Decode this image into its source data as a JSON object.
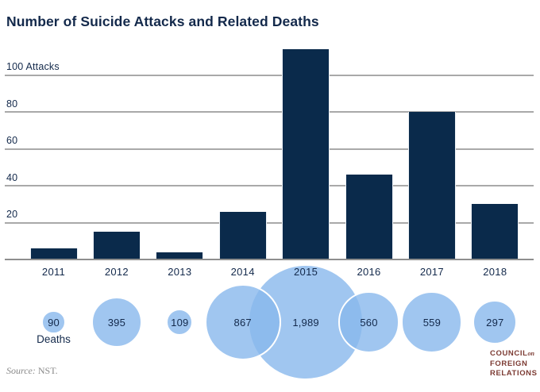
{
  "title": "Number of Suicide Attacks and Related Deaths",
  "colors": {
    "navy": "#13294b",
    "navy_bar": "#0a2a4b",
    "bubble_blue": "rgba(136,184,236,0.8)",
    "grid": "#a9a9a9",
    "axis": "#8e8e8e",
    "maroon": "#7c3b33"
  },
  "deaths_caption": "Deaths",
  "source": {
    "label": "Source:",
    "value": "NST."
  },
  "logo": {
    "line1": "COUNCIL",
    "line1_script": "on",
    "line2": "FOREIGN",
    "line3": "RELATIONS"
  },
  "chart_data": {
    "type": "bar",
    "title": "Number of Suicide Attacks and Related Deaths",
    "categories": [
      "2011",
      "2012",
      "2013",
      "2014",
      "2015",
      "2016",
      "2017",
      "2018"
    ],
    "series": [
      {
        "name": "Attacks",
        "type": "bar",
        "values": [
          6,
          15,
          4,
          26,
          114,
          46,
          80,
          30
        ]
      },
      {
        "name": "Deaths",
        "type": "bubble",
        "values": [
          90,
          395,
          109,
          867,
          1989,
          560,
          559,
          297
        ],
        "labels": [
          "90",
          "395",
          "109",
          "867",
          "1,989",
          "560",
          "559",
          "297"
        ]
      }
    ],
    "y_axis": {
      "ticks": [
        20,
        40,
        60,
        80,
        100
      ],
      "top_tick_label": "100 Attacks",
      "ylim": [
        0,
        120
      ],
      "grid": true
    },
    "legend": "none",
    "source": "NST."
  }
}
